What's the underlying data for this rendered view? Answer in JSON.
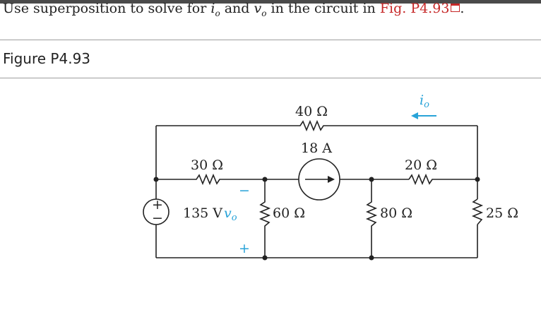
{
  "question": {
    "prefix": "Use superposition to solve for ",
    "var_i": "i",
    "var_i_sub": "o",
    "and": " and ",
    "var_v": "v",
    "var_v_sub": "o",
    "middle": " in the circuit in ",
    "link_text": "Fig. P4.93",
    "link_icon": "external-link-icon",
    "end": "."
  },
  "figure_title": "Figure P4.93",
  "circuit": {
    "r_top": "40 Ω",
    "current_source": "18 A",
    "r_left": "30 Ω",
    "r_right_top": "20 Ω",
    "voltage_source": "135 V",
    "vo_symbol": "v",
    "vo_sub": "o",
    "minus": "−",
    "plus": "+",
    "r_60": "60 Ω",
    "r_80": "80 Ω",
    "r_25": "25 Ω",
    "io_symbol": "i",
    "io_sub": "o",
    "vs_plus": "+",
    "vs_minus": "−",
    "accent_color": "#29a3d8"
  }
}
